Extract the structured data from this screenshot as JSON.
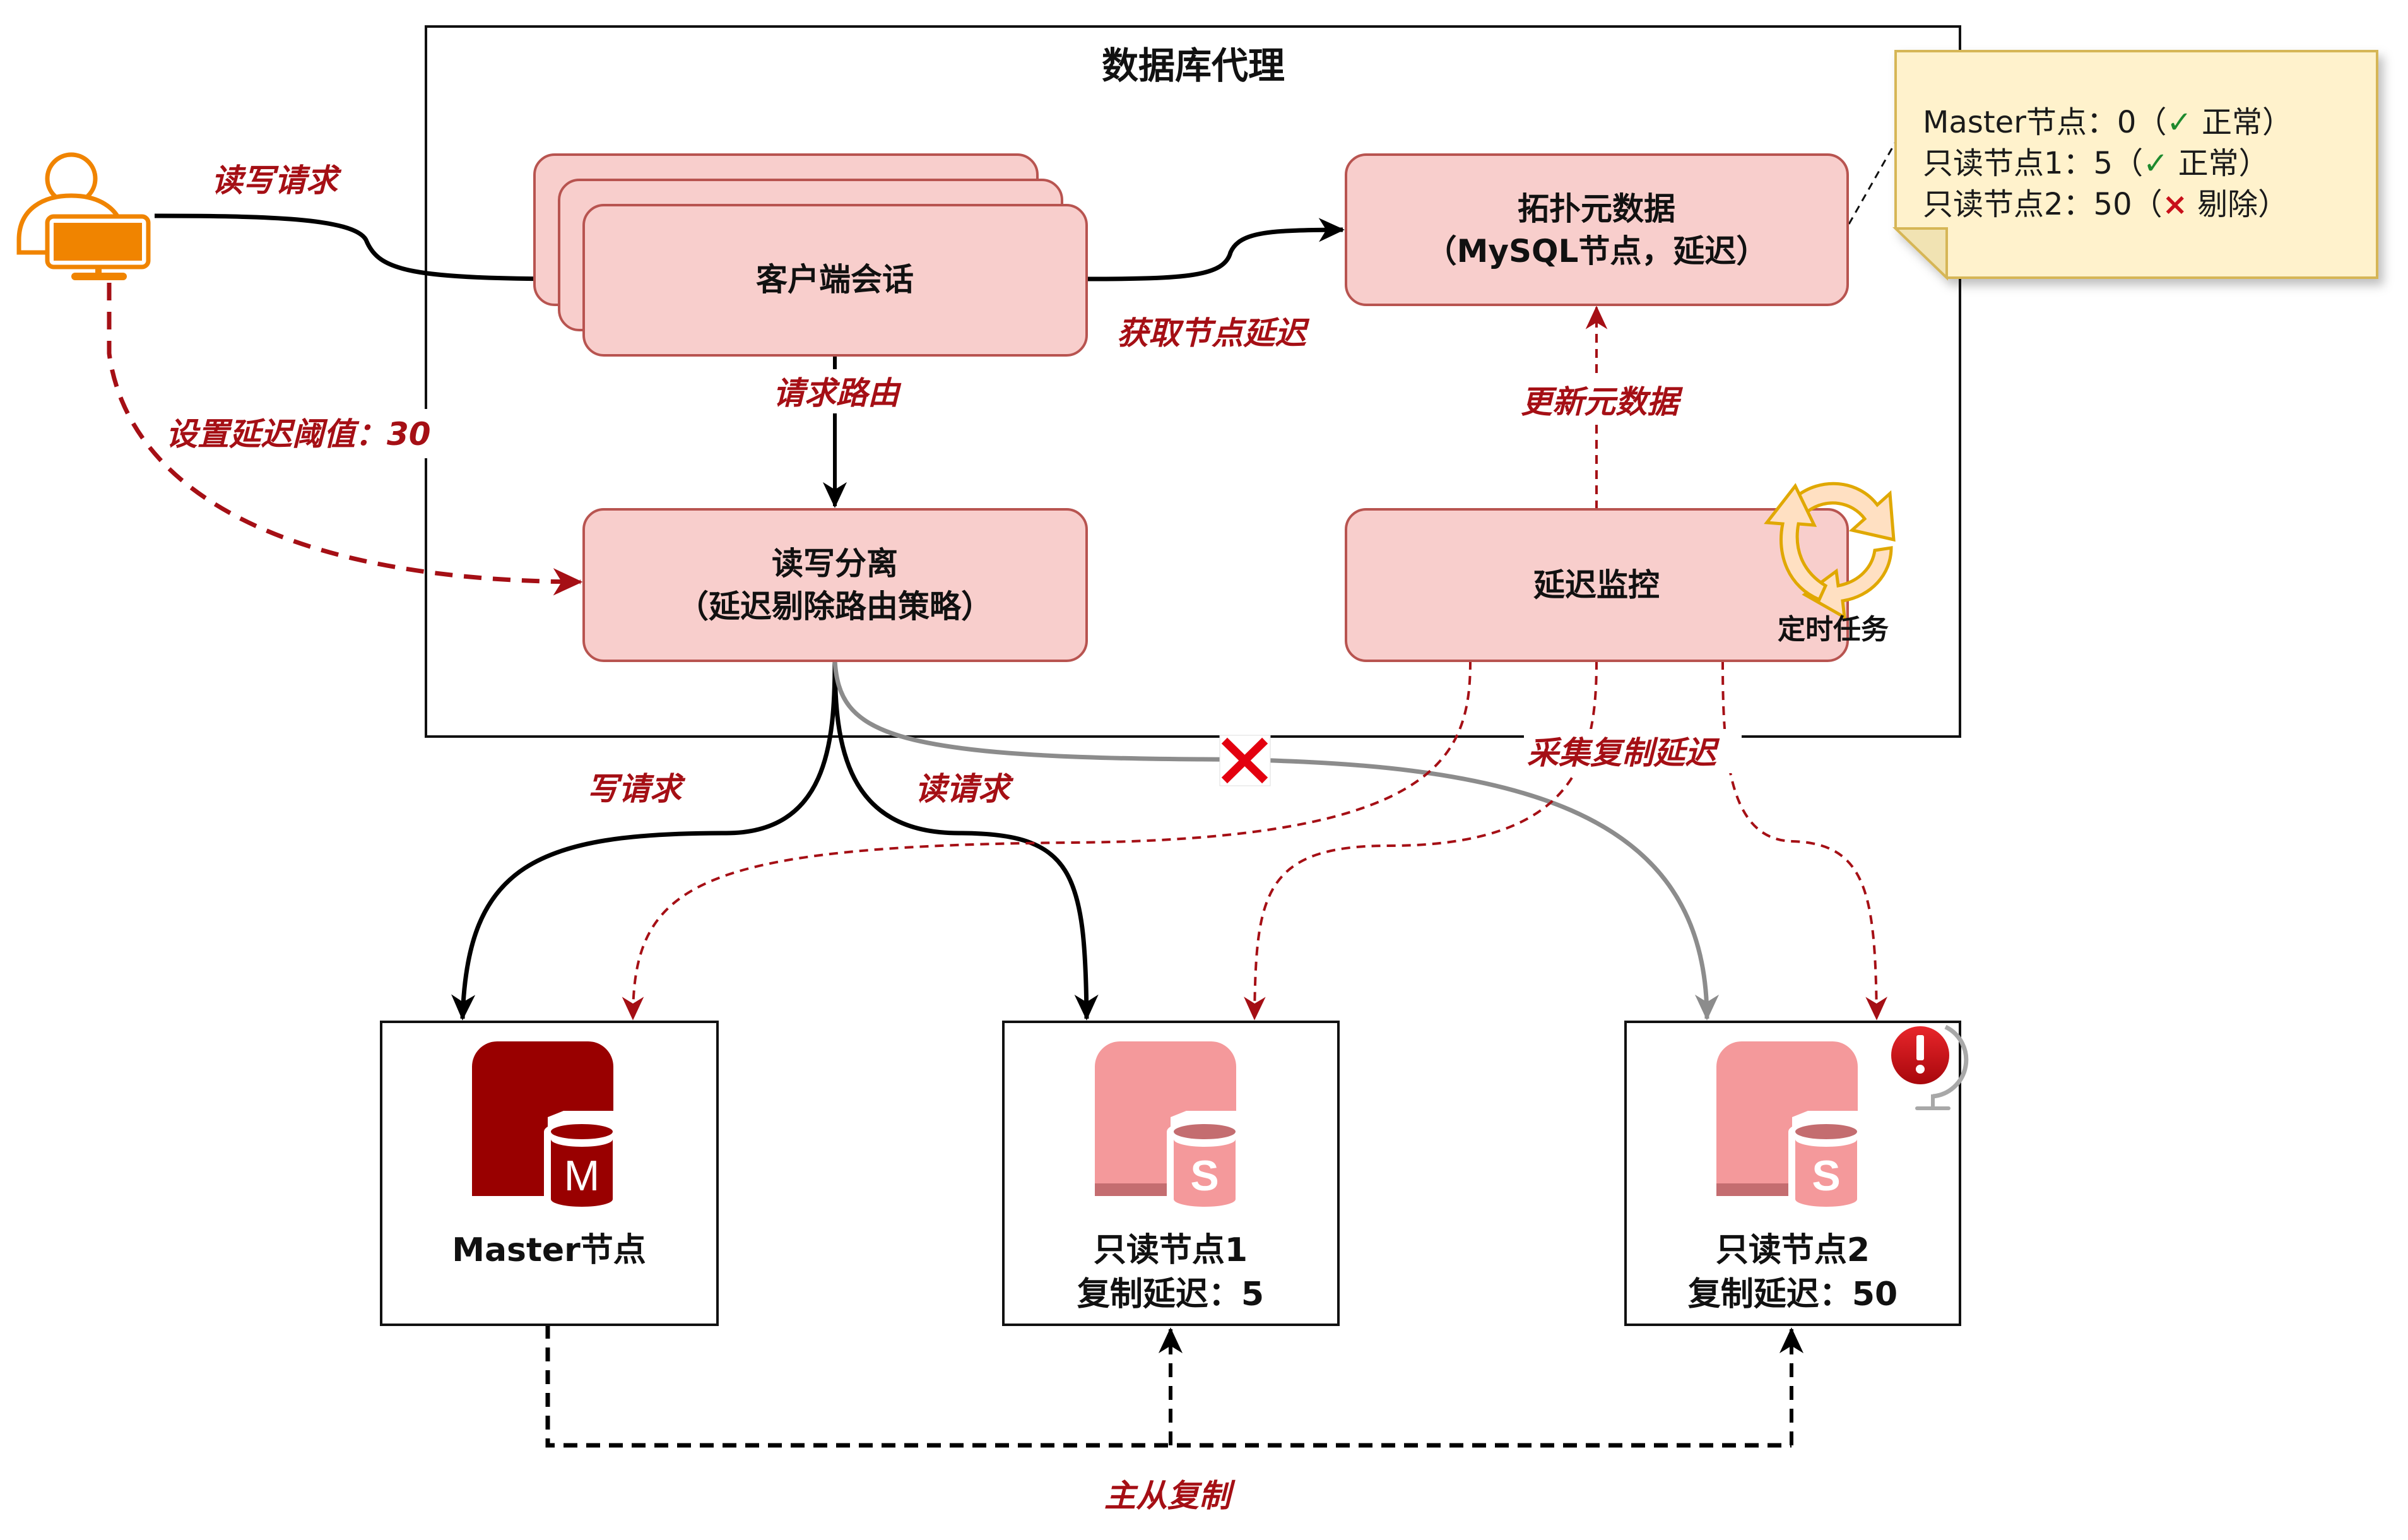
{
  "title": "数据库代理",
  "colors": {
    "box_fill": "#f8cecc",
    "box_stroke": "#b85450",
    "label_red": "#a50f15",
    "note_fill": "#fff2cc",
    "note_stroke": "#d6b656",
    "master_icon": "#990000",
    "replica_icon": "#f4999b",
    "replica_icon_dark": "#c46d70",
    "user_orange": "#f08400",
    "gray_edge": "#8c8c8c"
  },
  "boxes": {
    "client_session": "客户端会话",
    "topology_line1": "拓扑元数据",
    "topology_line2": "（MySQL节点，延迟）",
    "rw_split_line1": "读写分离",
    "rw_split_line2": "（延迟剔除路由策略）",
    "delay_monitor": "延迟监控",
    "scheduled_task": "定时任务"
  },
  "edge_labels": {
    "read_write_request": "读写请求",
    "set_delay_threshold": "设置延迟阈值：30",
    "request_routing": "请求路由",
    "get_node_delay": "获取节点延迟",
    "update_metadata": "更新元数据",
    "write_request": "写请求",
    "read_request": "读请求",
    "collect_replication_delay": "采集复制延迟",
    "master_slave_replication": "主从复制"
  },
  "note": {
    "lines": [
      {
        "prefix": "Master节点：0（",
        "mark": "✓",
        "mark_type": "ok",
        "suffix": " 正常）"
      },
      {
        "prefix": "只读节点1：5（",
        "mark": "✓",
        "mark_type": "ok",
        "suffix": " 正常）"
      },
      {
        "prefix": "只读节点2：50（",
        "mark": "×",
        "mark_type": "removed",
        "suffix": " 剔除）"
      }
    ]
  },
  "nodes": [
    {
      "id": "master",
      "icon_letter": "M",
      "label_line1": "Master节点",
      "label_line2": "",
      "alert": false
    },
    {
      "id": "replica1",
      "icon_letter": "S",
      "label_line1": "只读节点1",
      "label_line2": "复制延迟：5",
      "alert": false
    },
    {
      "id": "replica2",
      "icon_letter": "S",
      "label_line1": "只读节点2",
      "label_line2": "复制延迟：50",
      "alert": true
    }
  ],
  "blocked_marker": "✕"
}
